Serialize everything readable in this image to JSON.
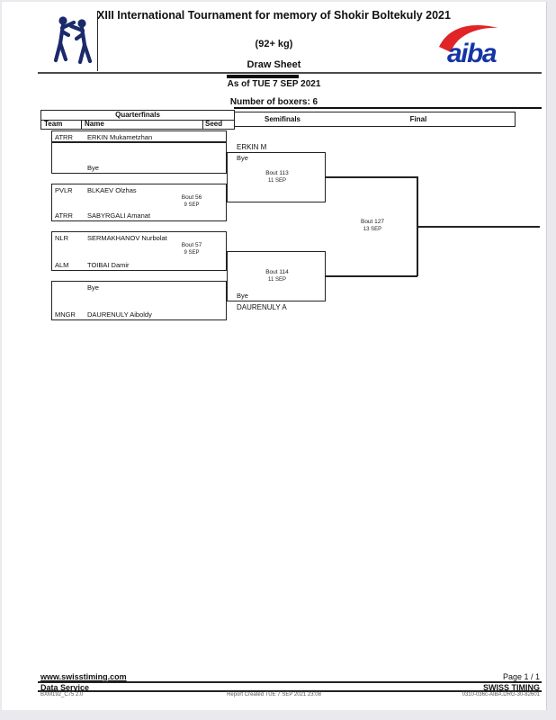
{
  "header": {
    "title": "XIII International Tournament for memory of Shokir Boltekuly 2021",
    "weight_category": "(92+ kg)",
    "sheet_type": "Draw Sheet",
    "as_of": "As of TUE 7 SEP 2021",
    "number_of_boxers": "Number of boxers: 6"
  },
  "logos": {
    "aiba_text": "aiba",
    "boxers_pictogram": "boxing-pictogram"
  },
  "columns": {
    "quarterfinals": "Quarterfinals",
    "team": "Team",
    "name": "Name",
    "seed": "Seed",
    "semifinals": "Semifinals",
    "final": "Final"
  },
  "bracket": {
    "quarterfinals": [
      {
        "team1": "ATRR",
        "name1": "ERKIN Mukametzhan",
        "team2": "",
        "name2": "Bye",
        "bout": "",
        "date": ""
      },
      {
        "team1": "PVLR",
        "name1": "BLKAEV Olzhas",
        "team2": "ATRR",
        "name2": "SABYRGALI Amanat",
        "bout": "Bout 56",
        "date": "9 SEP"
      },
      {
        "team1": "NLR",
        "name1": "SERMAKHANOV Nurbolat",
        "team2": "ALM",
        "name2": "TOIBAI Damir",
        "bout": "Bout 57",
        "date": "9 SEP"
      },
      {
        "team1": "",
        "name1": "Bye",
        "team2": "MNGR",
        "name2": "DAURENULY Aiboldy",
        "bout": "",
        "date": ""
      }
    ],
    "semifinals": [
      {
        "top": "ERKIN M",
        "bottom": "Bye",
        "bout": "Bout 113",
        "date": "11 SEP"
      },
      {
        "top": "Bye",
        "bottom": "DAURENULY A",
        "bout": "Bout 114",
        "date": "11 SEP"
      }
    ],
    "final": {
      "bout": "Bout 127",
      "date": "13 SEP"
    }
  },
  "footer": {
    "website": "www.swisstiming.com",
    "service": "Data Service",
    "doc_code": "BXM192_C75 2.0",
    "report_created": "Report Created  TUE 7 SEP 2021 23:08",
    "page_info": "Page 1 / 1",
    "brand": "SWISS TIMING",
    "report_code": "0310-036c-AIBA.DRG-30-82601"
  },
  "colors": {
    "aiba_blue": "#1535a5",
    "aiba_red": "#e02427",
    "pictogram_navy": "#1b2a6b"
  }
}
